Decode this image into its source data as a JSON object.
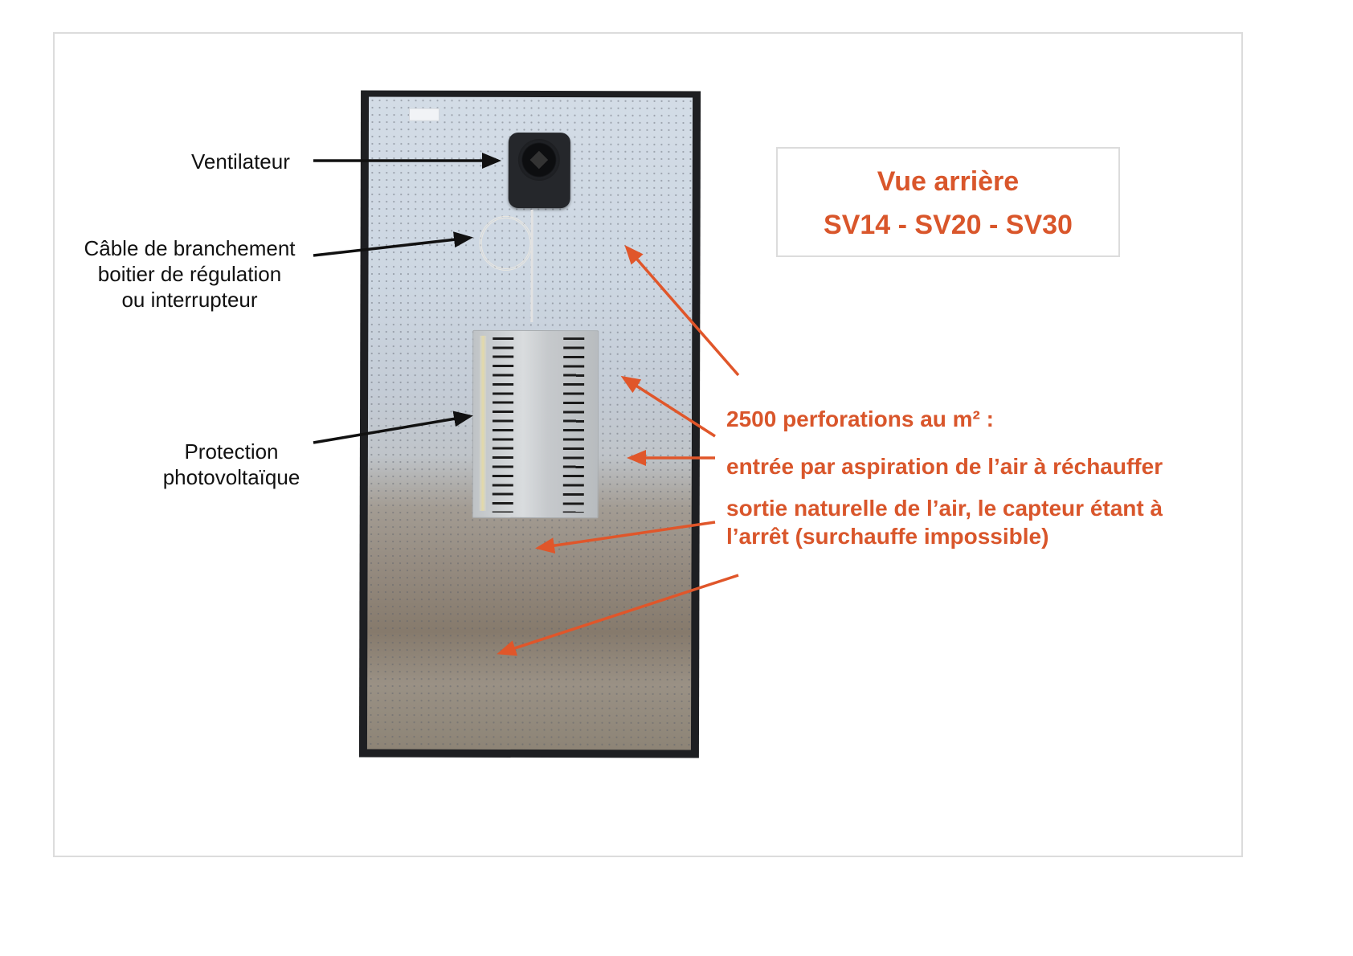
{
  "title_box": {
    "line1": "Vue arrière",
    "line2": "SV14 - SV20 - SV30"
  },
  "labels": {
    "ventilateur": "Ventilateur",
    "cable": [
      "Câble de branchement",
      "boitier de régulation",
      "ou interrupteur"
    ],
    "protection": [
      "Protection",
      "photovoltaïque"
    ]
  },
  "annotations": {
    "perforations": "2500 perforations au m² :",
    "entree": "entrée par aspiration de l’air à réchauffer",
    "sortie": [
      "sortie naturelle de l’air, le capteur étant à",
      "l’arrêt (surchauffe impossible)"
    ]
  },
  "colors": {
    "accent": "#d9562b",
    "label_text": "#111111",
    "frame_border": "#dcdcdc",
    "panel_frame": "#1e1f22"
  },
  "photo": {
    "subject": "solar-air-collector-rear-panel",
    "components": [
      "fan",
      "cable-coil",
      "photovoltaic-protection-cover",
      "perforated-absorber-sheet"
    ]
  }
}
